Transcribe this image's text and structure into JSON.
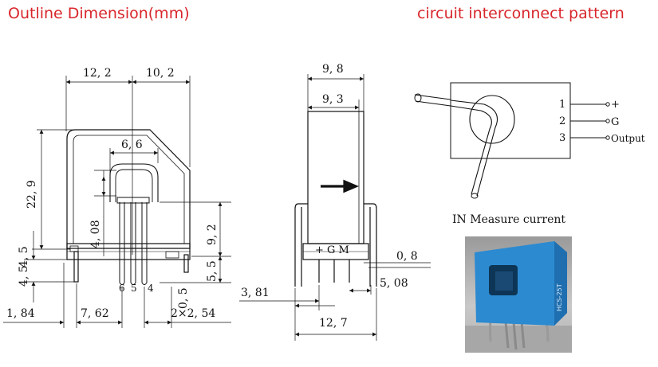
{
  "titles": {
    "left": "Outline Dimension(mm)",
    "right": "circuit interconnect pattern"
  },
  "dimensions": {
    "top_width_left": "12, 2",
    "top_width_right": "10, 2",
    "inner_width": "6, 6",
    "total_height": "22, 9",
    "pin_offset": "4, 08",
    "right_height": "9, 2",
    "pin_height": "5, 5",
    "base_height": "4, 5",
    "pin_pitch": "0, 5",
    "left_offset": "1, 84",
    "pin_span": "7, 62",
    "pitch_label": "2×2, 54",
    "side_width_outer": "9, 8",
    "side_width_inner": "9, 3",
    "pin_thickness": "0, 8",
    "side_pin_offset": "3, 81",
    "side_pin_spacing": "5, 08",
    "side_base_width": "12, 7"
  },
  "pin_numbers": [
    "6",
    "5",
    "4"
  ],
  "side_pin_labels": "+ G M",
  "circuit": {
    "pins": [
      {
        "number": "1",
        "label": "+"
      },
      {
        "number": "2",
        "label": "G"
      },
      {
        "number": "3",
        "label": "Output"
      }
    ],
    "caption": "IN Measure current"
  },
  "photo": {
    "body_color": "#2c8ad0",
    "label_text": "HCS-25T"
  }
}
